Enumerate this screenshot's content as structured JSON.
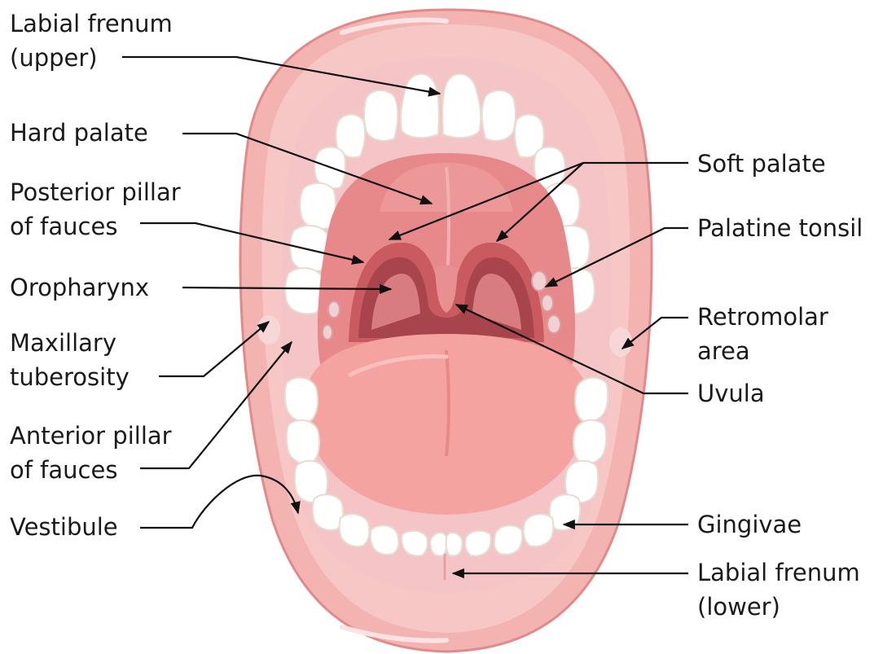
{
  "colors": {
    "lip": "#f2b3b1",
    "lip_dark": "#e58f8f",
    "gum": "#f5c4c6",
    "tooth": "#ffffff",
    "tooth_shadow": "#e9e5dd",
    "palate": "#e7898b",
    "pharynx": "#c85a60",
    "throat": "#a8454c",
    "tongue": "#f4a3a0",
    "arrow": "#111111"
  },
  "labels": {
    "labial_frenum_upper": [
      "Labial frenum",
      "(upper)"
    ],
    "hard_palate": [
      "Hard palate"
    ],
    "posterior_pillar": [
      "Posterior pillar",
      "of fauces"
    ],
    "oropharynx": [
      "Oropharynx"
    ],
    "maxillary_tuberosity": [
      "Maxillary",
      "tuberosity"
    ],
    "anterior_pillar": [
      "Anterior pillar",
      "of fauces"
    ],
    "vestibule": [
      "Vestibule"
    ],
    "soft_palate": [
      "Soft palate"
    ],
    "palatine_tonsil": [
      "Palatine tonsil"
    ],
    "retromolar_area": [
      "Retromolar",
      "area"
    ],
    "uvula": [
      "Uvula"
    ],
    "gingivae": [
      "Gingivae"
    ],
    "labial_frenum_lower": [
      "Labial frenum",
      "(lower)"
    ]
  }
}
